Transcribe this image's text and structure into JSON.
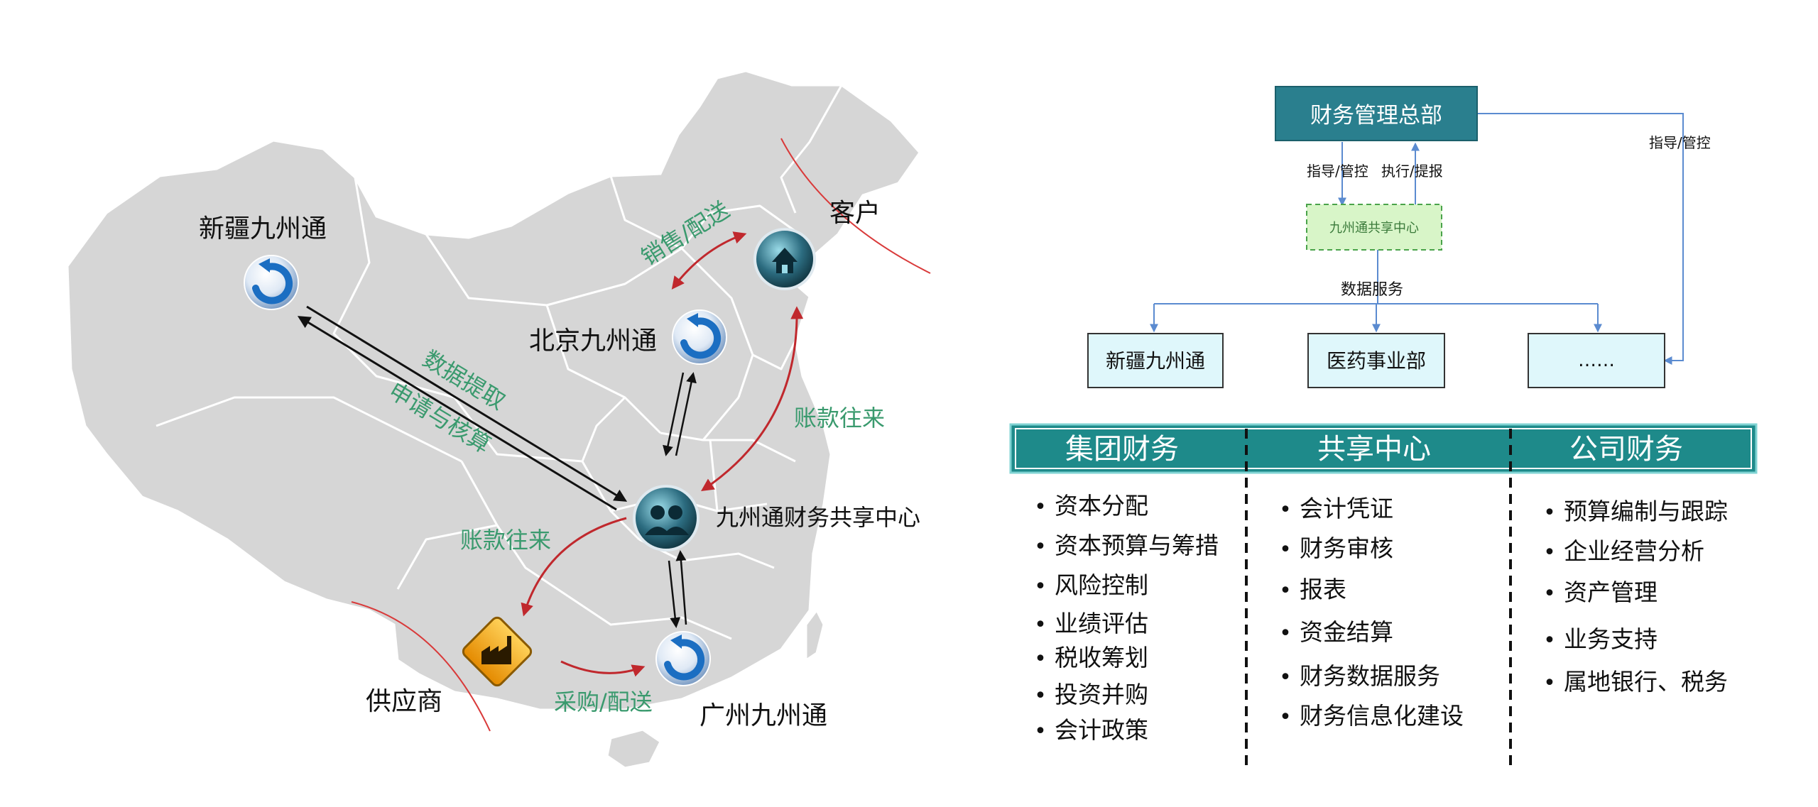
{
  "map": {
    "nodes": {
      "xinjiang": "新疆九州通",
      "beijing": "北京九州通",
      "center": "九州通财务共享中心",
      "guangzhou": "广州九州通",
      "customer": "客户",
      "supplier": "供应商"
    },
    "flows": {
      "sales": "销售/配送",
      "data_extract": "数据提取",
      "apply_verify": "申请与核算",
      "ar_customer": "账款往来",
      "ap_supplier": "账款往来",
      "purchase": "采购/配送"
    }
  },
  "org": {
    "hq": "财务管理总部",
    "guide1": "指导/管控",
    "exec": "执行/提报",
    "guide_right": "指导/管控",
    "shared_center": "九州通共享中心",
    "data_service": "数据服务",
    "units": [
      "新疆九州通",
      "医药事业部",
      "……"
    ]
  },
  "functions": {
    "headers": [
      "集团财务",
      "共享中心",
      "公司财务"
    ],
    "group": [
      "资本分配",
      "资本预算与筹措",
      "风险控制",
      "业绩评估",
      "税收筹划",
      "投资并购",
      "会计政策"
    ],
    "shared": [
      "会计凭证",
      "财务审核",
      "报表",
      "资金结算",
      "财务数据服务",
      "财务信息化建设"
    ],
    "company": [
      "预算编制与跟踪",
      "企业经营分析",
      "资产管理",
      "业务支持",
      "属地银行、税务"
    ]
  },
  "colors": {
    "teal": "#1e8a8a",
    "hq_fill": "#2a7f8e",
    "dashed_fill": "#d8f5c8",
    "unit_fill": "#dff7fb",
    "flow_green": "#3a9a6e",
    "flow_red": "#c0282d",
    "connector_blue": "#5b8bd0"
  }
}
